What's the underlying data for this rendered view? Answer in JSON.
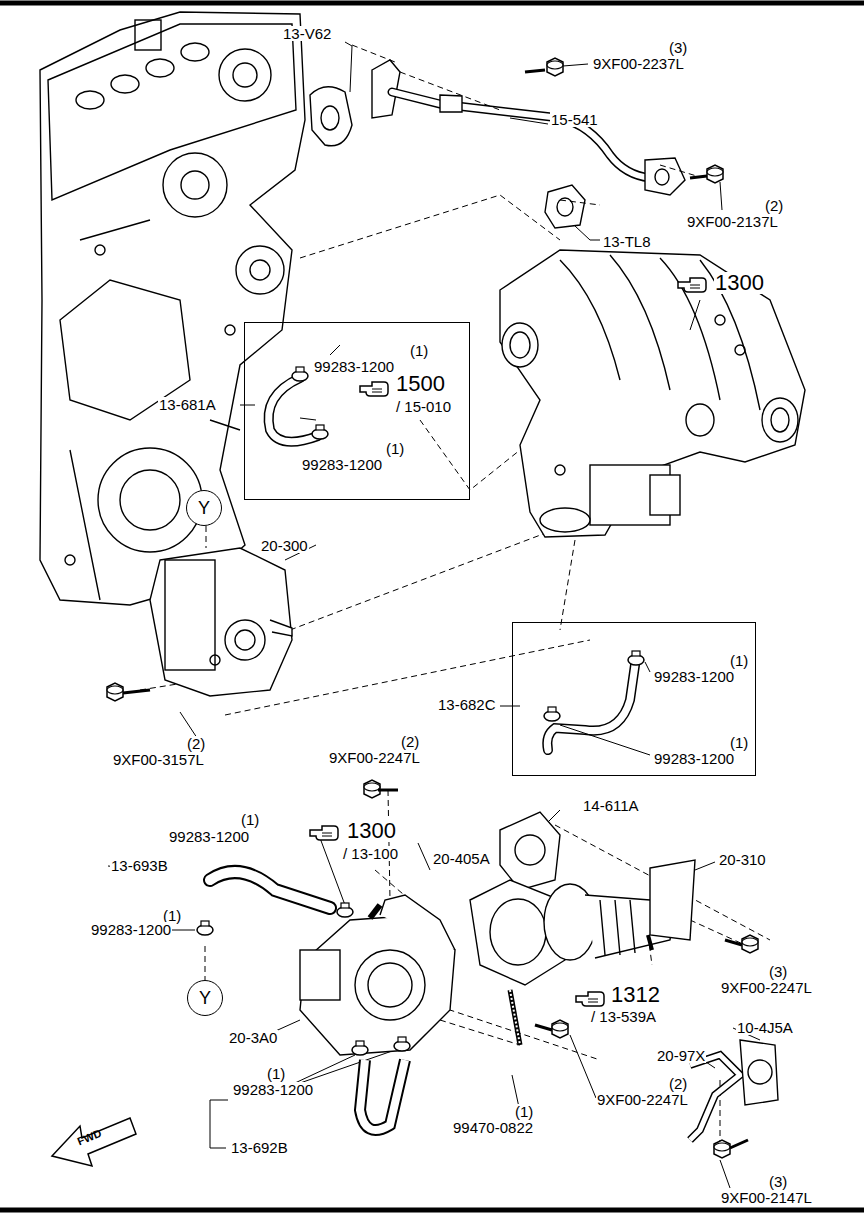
{
  "diagram": {
    "nodes": [
      {
        "text": [
          "(1)",
          "99283-1200",
          "1500",
          "/ 15-010",
          "(1)",
          "99283-1200"
        ]
      },
      {
        "text": [
          "(1)",
          "99283-1200",
          "(1)",
          "99283-1200"
        ]
      },
      {
        "text": [
          "Y"
        ]
      },
      {
        "text": [
          "Y"
        ]
      }
    ],
    "labels": [
      "13-V62",
      "(3)",
      "9XF00-2237L",
      "15-541",
      "(2)",
      "9XF00-2137L",
      "13-TL8",
      "1300",
      "13-681A",
      "20-300",
      "(2)",
      "9XF00-3157L",
      "13-682C",
      "(2)",
      "9XF00-2247L",
      "14-611A",
      "(1)",
      "99283-1200",
      "1300",
      "/ 13-100",
      "20-405A",
      "20-310",
      "13-693B",
      "(1)",
      "99283-1200",
      "(3)",
      "9XF00-2247L",
      "1312",
      "/ 13-539A",
      "20-3A0",
      "10-4J5A",
      "20-97X",
      "(1)",
      "99283-1200",
      "(2)",
      "9XF00-2247L",
      "(1)",
      "99470-0822",
      "13-692B",
      "(3)",
      "9XF00-2147L",
      "FWD"
    ]
  }
}
